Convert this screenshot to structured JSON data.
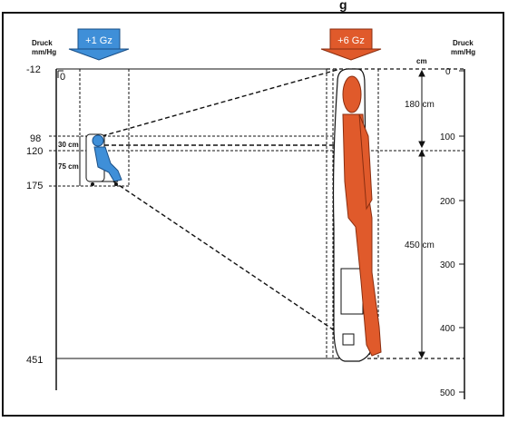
{
  "header": {
    "title_fragment": "g",
    "gz_left": "+1 Gz",
    "gz_right": "+6 Gz"
  },
  "left_axis": {
    "heading_line1": "Druck",
    "heading_line2": "mm/Hg",
    "ticks": [
      "-12",
      "98",
      "120",
      "175",
      "451"
    ],
    "zero": "0"
  },
  "right_axis": {
    "heading_line1": "Druck",
    "heading_line2": "mm/Hg",
    "unit": "cm",
    "ticks": [
      "0",
      "100",
      "200",
      "300",
      "400",
      "500"
    ]
  },
  "dimensions": {
    "seated_upper": "30 cm",
    "seated_lower": "75 cm",
    "standing_upper": "180 cm",
    "standing_lower": "450 cm"
  },
  "colors": {
    "blue": "#3f8fd8",
    "orange": "#e05a2b",
    "line": "#111111"
  },
  "icons": [
    "seated-pilot-icon",
    "standing-pilot-icon",
    "down-arrow-icon"
  ]
}
